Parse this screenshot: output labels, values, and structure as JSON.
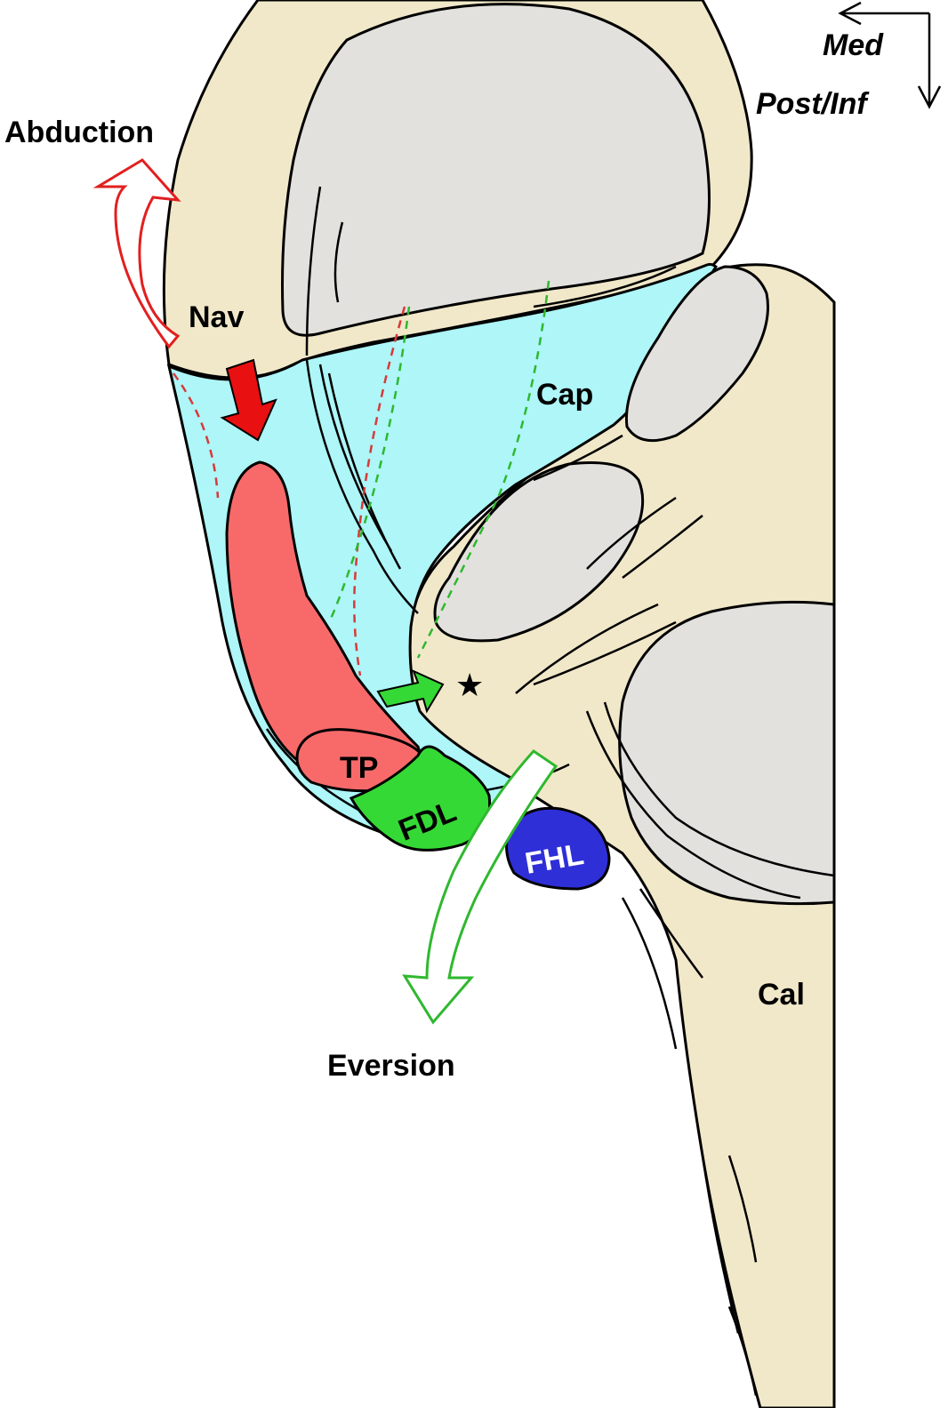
{
  "labels": {
    "abduction": "Abduction",
    "nav": "Nav",
    "cap": "Cap",
    "tp": "TP",
    "fdl": "FDL",
    "fhl": "FHL",
    "cal": "Cal",
    "eversion": "Eversion",
    "star": "★"
  },
  "orientation": {
    "med": "Med",
    "post_inf": "Post/Inf"
  },
  "colors": {
    "bone": "#f1e8c9",
    "cartilage": "#e2e1dd",
    "capsule": "#aef6f8",
    "tp_tendon": "#f86a6a",
    "fdl_tendon": "#35d935",
    "fhl_tendon": "#2f2fd8",
    "abduction_arrow": "#e21f1f",
    "compression_arrow": "#e81010",
    "eversion_arrow": "#2fb82f",
    "ligament_red": "#d63a3a",
    "ligament_green": "#2fb82f",
    "outline": "#000000"
  }
}
